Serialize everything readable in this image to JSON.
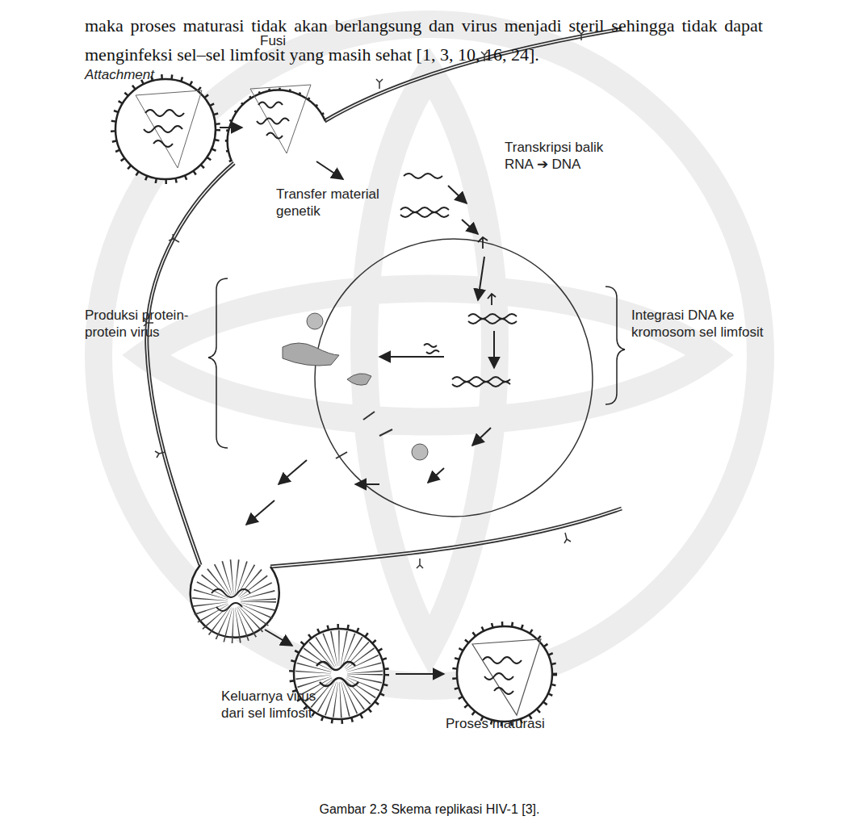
{
  "diagram": {
    "caption": "Gambar 2.3 Skema replikasi HIV-1 [3].",
    "labels": [
      "maka proses maturasi tidak akan berlangsung dan virus menjadi steril sehingga tidak dapat menginfeksi sel–sel limfosit yang masih sehat [1, 3, 10, 16, 24].",
      "Attachment",
      "Fusi",
      "Transfer material genetik",
      "Transkripsi balik RNA ➔ DNA",
      "Integrasi DNA ke kromosom sel limfosit",
      "Produksi protein-protein virus",
      "Keluarnya virus dari sel limfosit",
      "Proses maturasi"
    ]
  }
}
